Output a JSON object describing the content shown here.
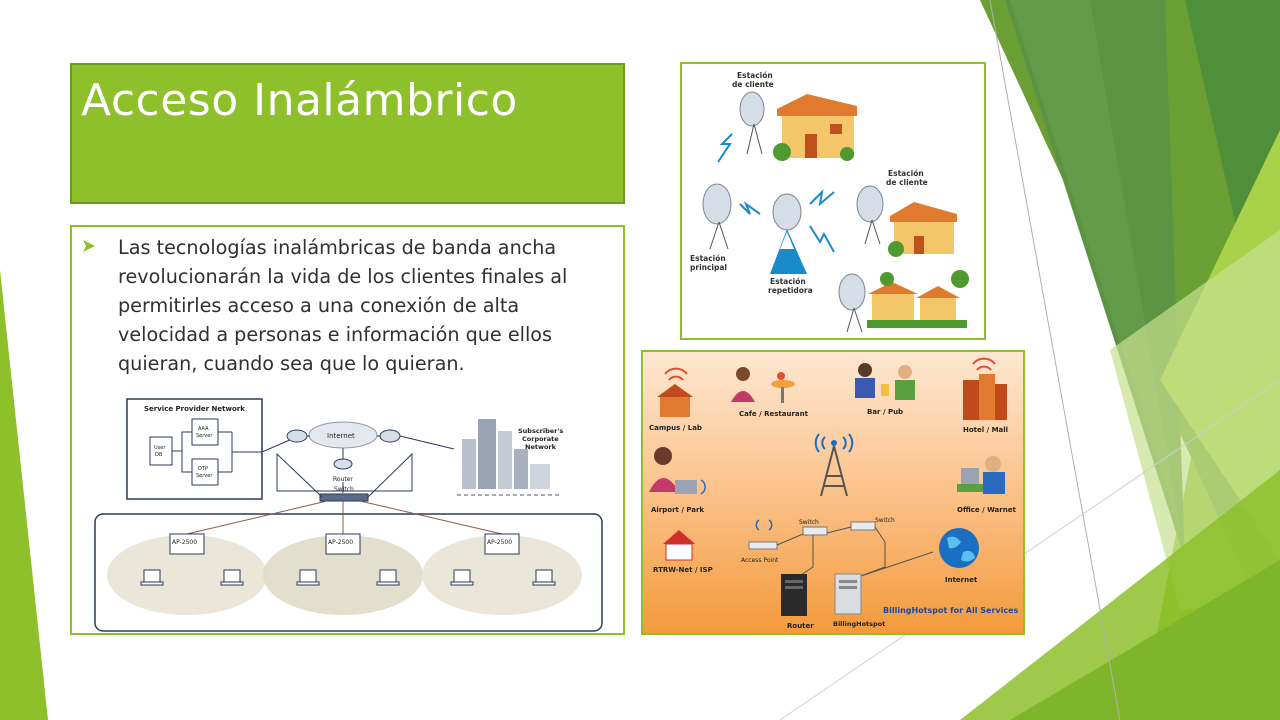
{
  "slide": {
    "title": "Acceso Inalámbrico",
    "body": "Las tecnologías inalámbricas de banda ancha revolucionarán la vida de los clientes finales al permitirles acceso a una conexión de alta velocidad a personas e información que ellos quieran, cuando sea que lo quieran."
  },
  "network_diagram": {
    "service_provider": "Service Provider Network",
    "user_db": [
      "User",
      "DB"
    ],
    "aaa_server": [
      "AAA",
      "Server"
    ],
    "otp_server": [
      "OTP",
      "Server"
    ],
    "internet": "Internet",
    "router": "Router",
    "switch": "Switch",
    "subscriber": [
      "Subscriber's",
      "Corporate",
      "Network"
    ],
    "access_points": [
      "AP-2500",
      "AP-2500",
      "AP-2500"
    ]
  },
  "wireless_diagram": {
    "client_station_1": [
      "Estación",
      "de cliente"
    ],
    "client_station_2": [
      "Estación",
      "de cliente"
    ],
    "main_station": [
      "Estación",
      "principal"
    ],
    "repeater_station": [
      "Estación",
      "repetidora"
    ]
  },
  "hotspot_diagram": {
    "campus": "Campus / Lab",
    "cafe": "Cafe / Restaurant",
    "bar": "Bar / Pub",
    "hotel": "Hotel / Mall",
    "airport": "Airport / Park",
    "office": "Office / Warnet",
    "rtrw": "RTRW-Net / ISP",
    "switch_1": "Switch",
    "switch_2": "Switch",
    "access_point": "Access Point",
    "internet": "Internet",
    "router": "Router",
    "billing_server": "BillingHotspot",
    "billing_caption": "BillingHotspot for All Services"
  },
  "colors": {
    "accent": "#8dc02b",
    "accent_dark": "#6f9a22",
    "title_text": "#ffffff",
    "body_text": "#303030"
  }
}
